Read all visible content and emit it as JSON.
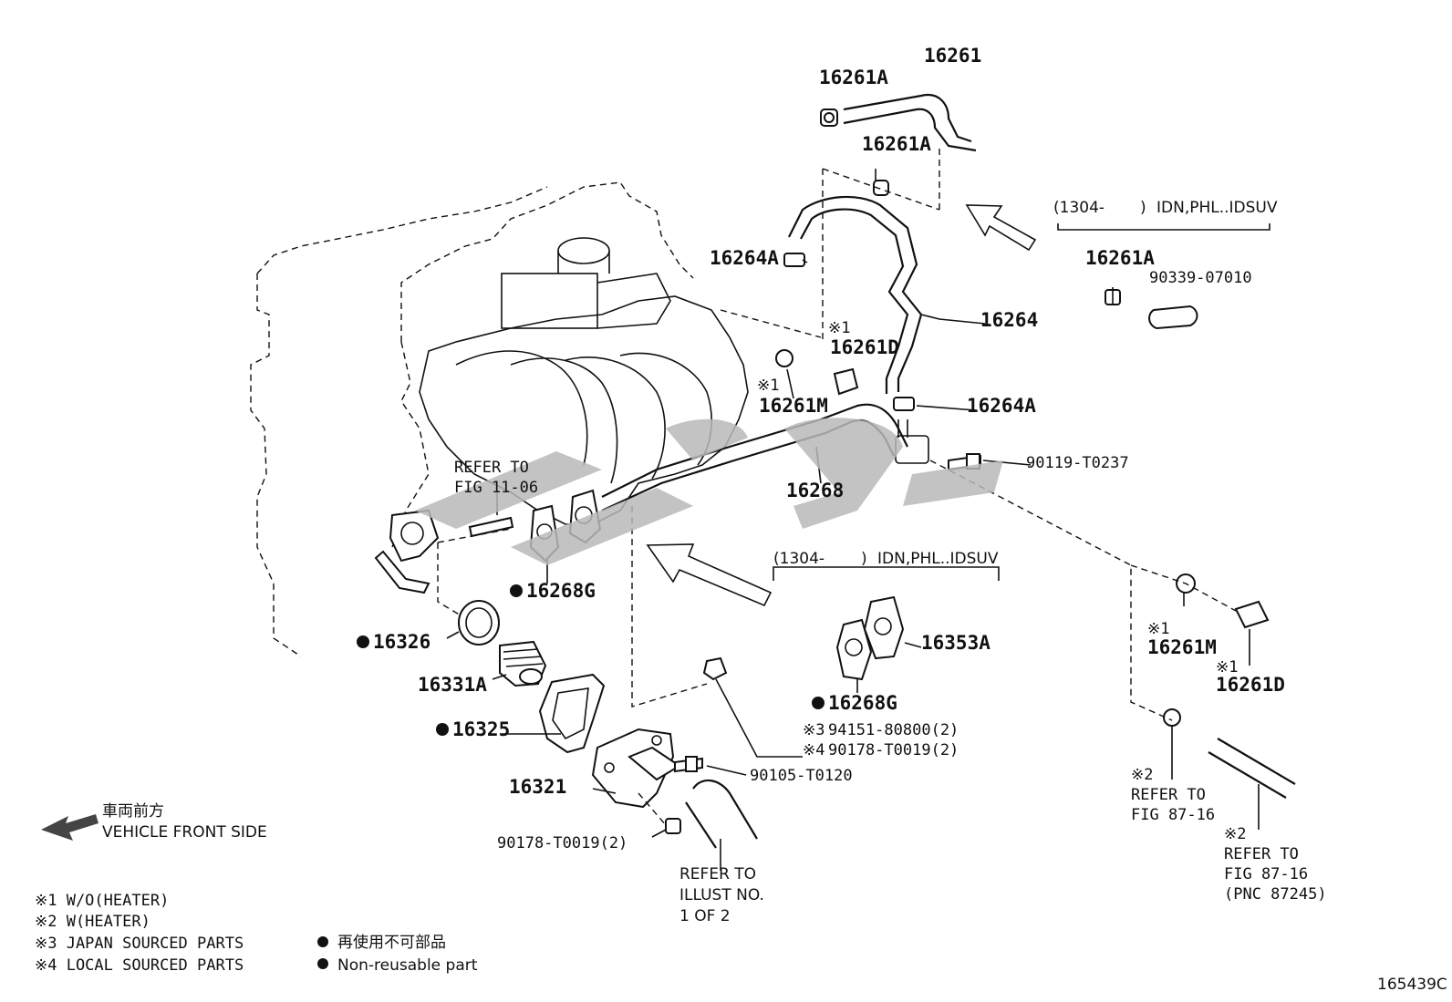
{
  "parts": {
    "p16261": "16261",
    "p16261A_top": "16261A",
    "p16261A_mid": "16261A",
    "p16264A_left": "16264A",
    "p16264": "16264",
    "p16261D_mid": "16261D",
    "p16261M_mid": "16261M",
    "p16264A_right": "16264A",
    "p90119": "90119-T0237",
    "p16268": "16268",
    "p16268G_left": "16268G",
    "p16326": "16326",
    "p16331A": "16331A",
    "p16325": "16325",
    "p16321": "16321",
    "p90178_bottom": "90178-T0019(2)",
    "p90105": "90105-T0120",
    "p94151": "94151-80800(2)",
    "p90178_mid": "90178-T0019(2)",
    "p16353A": "16353A",
    "p16268G_right": "16268G",
    "p16261A_box": "16261A",
    "p90339": "90339-07010",
    "p16261M_right": "16261M",
    "p16261D_right": "16261D"
  },
  "marks": {
    "m1": "※1",
    "m2": "※2",
    "m3": "※3",
    "m4": "※4"
  },
  "refs": {
    "refer_to": "REFER TO",
    "fig_11_06": "FIG 11-06",
    "fig_87_16": "FIG 87-16",
    "pnc_87245": "(PNC 87245)",
    "illust_line1": "REFER TO",
    "illust_line2": "ILLUST NO.",
    "illust_line3": "1 OF 2"
  },
  "applicability": {
    "box_range": "(1304-",
    "box_close": ")",
    "box_markets": "IDN,PHL..IDSUV"
  },
  "orientation": {
    "jp": "車両前方",
    "en": "VEHICLE FRONT SIDE"
  },
  "legend": [
    "※1 W/O(HEATER)",
    "※2 W(HEATER)",
    "※3 JAPAN SOURCED PARTS",
    "※4 LOCAL SOURCED PARTS"
  ],
  "legend_dot": {
    "jp": "再使用不可部品",
    "en": "Non-reusable part"
  },
  "figure_id": "165439C",
  "colors": {
    "ink": "#111111",
    "watermark": "#b9b9b9"
  }
}
